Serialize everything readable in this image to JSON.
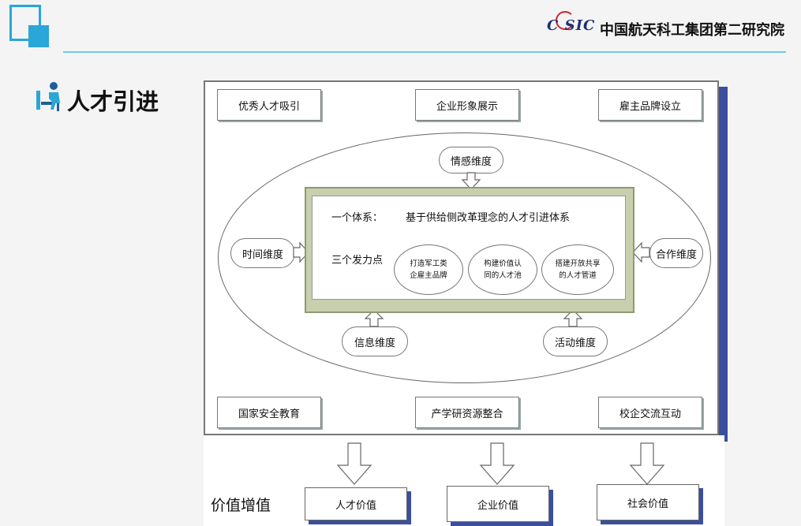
{
  "header": {
    "logo_text": "C SIC",
    "org_name": "中国航天科工集团第二研究院"
  },
  "page_title": "人才引进",
  "panel": {
    "top_boxes": [
      "优秀人才吸引",
      "企业形象展示",
      "雇主品牌设立"
    ],
    "dimensions": {
      "top": "情感维度",
      "left": "时间维度",
      "right": "合作维度",
      "bottom_left": "信息维度",
      "bottom_right": "活动维度"
    },
    "core": {
      "system_label": "一个体系：",
      "system_text": "基于供给侧改革理念的人才引进体系",
      "points_label": "三个发力点",
      "points": [
        [
          "打造军工类",
          "企雇主品牌"
        ],
        [
          "构建价值认",
          "同的人才池"
        ],
        [
          "搭建开放共享",
          "的人才管道"
        ]
      ]
    },
    "bottom_boxes": [
      "国家安全教育",
      "产学研资源整合",
      "校企交流互动"
    ]
  },
  "value": {
    "label": "价值增值",
    "items": [
      "人才价值",
      "企业价值",
      "社会价值"
    ]
  }
}
